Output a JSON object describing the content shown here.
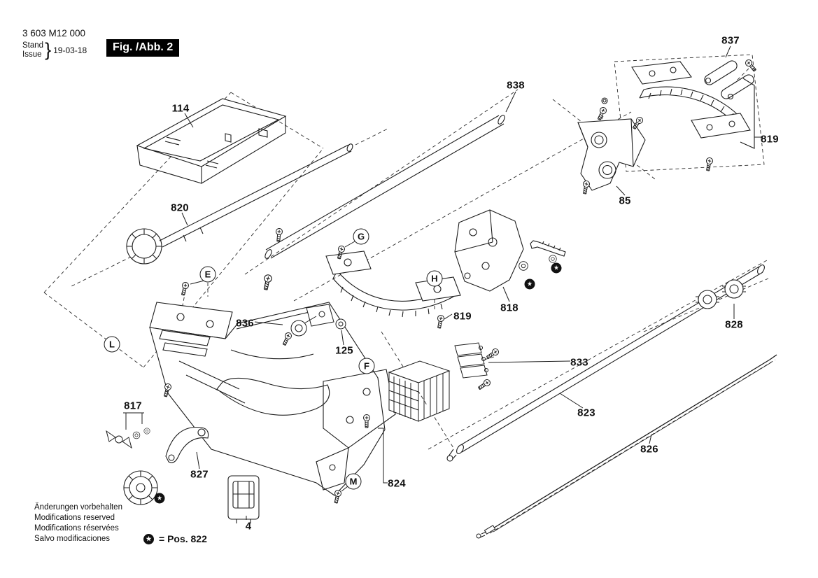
{
  "meta": {
    "part_number": "3 603 M12 000",
    "stand_label": "Stand",
    "issue_label": "Issue",
    "brace": "}",
    "date": "19-03-18",
    "figure_label": "Fig. /Abb. 2"
  },
  "symbols": {
    "star": "★"
  },
  "legend_text": "= Pos. 822",
  "legal_lines": [
    "Änderungen vorbehalten",
    "Modifications reserved",
    "Modifications réservées",
    "Salvo modificaciones"
  ],
  "part_labels": [
    "837",
    "838",
    "114",
    "819",
    "85",
    "820",
    "818",
    "819",
    "836",
    "125",
    "828",
    "833",
    "823",
    "817",
    "826",
    "827",
    "824",
    "4"
  ],
  "callout_letters": [
    "E",
    "G",
    "H",
    "L",
    "F",
    "M"
  ]
}
